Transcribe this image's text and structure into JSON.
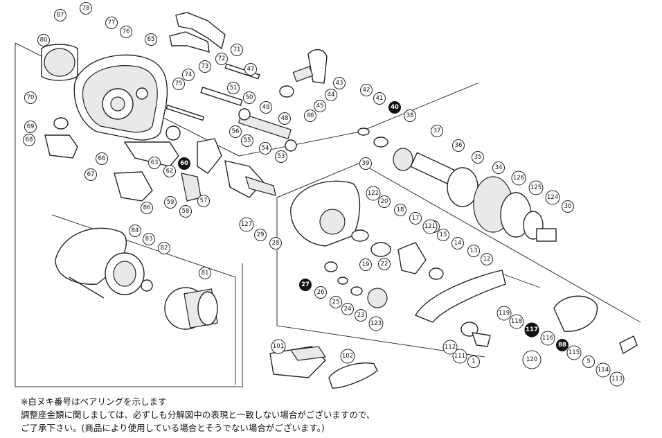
{
  "notes": {
    "line1": "※白ヌキ番号はベアリングを示します",
    "line2": "調整座金類に関しましては、必ずしも分解図中の表現と一致しない場合がございますので、",
    "line3": "ご了承下さい。(商品により使用している場合とそうでない場合がございます。)"
  },
  "labels": [
    "1",
    "5",
    "12",
    "13",
    "14",
    "15",
    "16",
    "17",
    "18",
    "19",
    "20",
    "22",
    "23",
    "24",
    "25",
    "26",
    "27",
    "28",
    "29",
    "30",
    "34",
    "35",
    "36",
    "37",
    "38",
    "39",
    "40",
    "41",
    "42",
    "43",
    "44",
    "45",
    "46",
    "47",
    "48",
    "49",
    "50",
    "51",
    "53",
    "54",
    "55",
    "56",
    "57",
    "58",
    "59",
    "60",
    "62",
    "63",
    "65",
    "66",
    "67",
    "68",
    "69",
    "70",
    "71",
    "72",
    "73",
    "74",
    "75",
    "76",
    "77",
    "78",
    "80",
    "81",
    "82",
    "83",
    "84",
    "86",
    "87",
    "88",
    "101",
    "102",
    "111",
    "112",
    "113",
    "114",
    "115",
    "116",
    "117",
    "118",
    "119",
    "120",
    "121",
    "122",
    "123",
    "124",
    "125",
    "126",
    "127"
  ],
  "bearing_labels": [
    "27",
    "40",
    "60",
    "88",
    "117"
  ]
}
